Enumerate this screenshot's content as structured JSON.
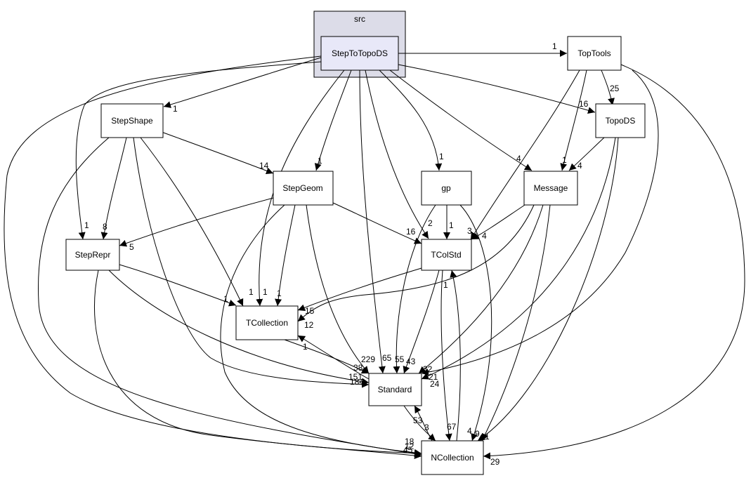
{
  "cluster": {
    "title": "src"
  },
  "nodes": {
    "steptotopods": "StepToTopoDS",
    "toptools": "TopTools",
    "stepshape": "StepShape",
    "topods": "TopoDS",
    "stepgeom": "StepGeom",
    "gp": "gp",
    "message": "Message",
    "steprepr": "StepRepr",
    "tcolstd": "TColStd",
    "tcollection": "TCollection",
    "standard": "Standard",
    "ncollection": "NCollection"
  },
  "edge_labels": {
    "l_toptools_1": "1",
    "l_stepshape_1": "1",
    "l_toptools_topods_25": "25",
    "l_topods_16": "16",
    "l_stepshape_stepgeom_14": "14",
    "l_stepgeom_1": "1",
    "l_gp_1": "1",
    "l_toptools_tcolstd_4": "4",
    "l_toptools_message_1": "1",
    "l_topods_message_4": "4",
    "l_steprepr_1": "1",
    "l_steprepr_8": "8",
    "l_steprepr_5": "5",
    "l_tcolstd_16": "16",
    "l_gp_tcolstd_2": "2",
    "l_gp_tcolstd_1": "1",
    "l_gp_ncoll_3": "3",
    "l_message_tcolstd_4": "4",
    "l_tcollection_1a": "1",
    "l_tcollection_1b": "1",
    "l_tcollection_1c": "1",
    "l_tcollection_1d": "1",
    "l_tcollection_15": "15",
    "l_tcollection_12": "12",
    "l_tcolstd_ncoll_1": "1",
    "l_tcollection_standard_1": "1",
    "l_standard_229": "229",
    "l_standard_65": "65",
    "l_standard_55": "55",
    "l_standard_43": "43",
    "l_standard_38": "38",
    "l_standard_32": "32",
    "l_standard_21": "21",
    "l_standard_24": "24",
    "l_standard_left_151": "151",
    "l_standard_left_184": "184",
    "l_standard_53": "53",
    "l_standard_3": "3",
    "l_ncoll_67": "67",
    "l_ncoll_4": "4",
    "l_ncoll_9": "9",
    "l_ncoll_1": "1",
    "l_ncoll_18": "18",
    "l_ncoll_12": "12",
    "l_ncoll_45": "45",
    "l_ncoll_29": "29"
  }
}
